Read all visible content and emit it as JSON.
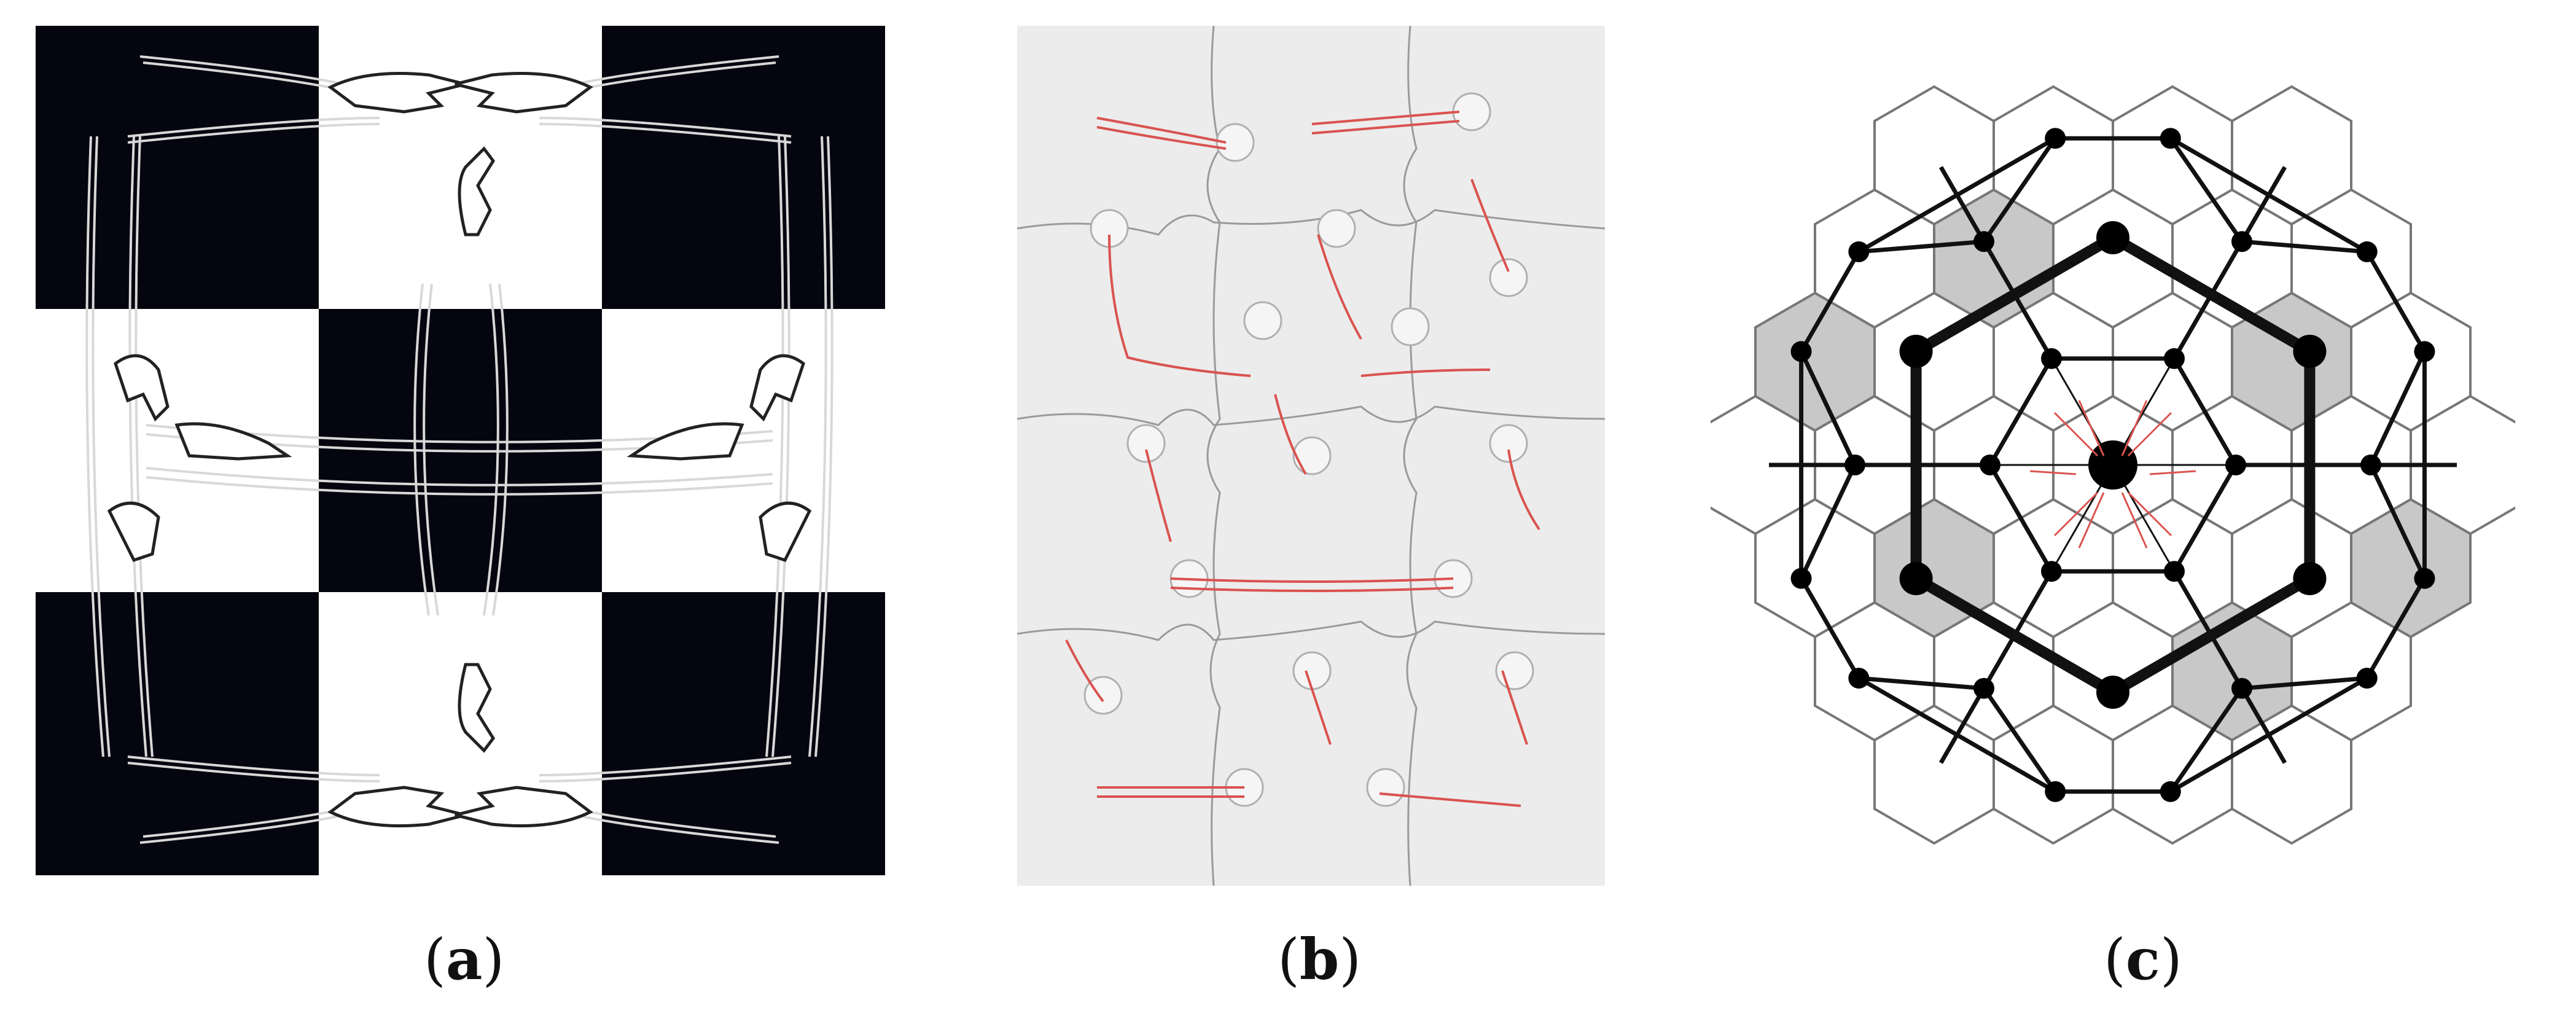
{
  "figure": {
    "panels": [
      {
        "id": "a",
        "label": "a",
        "description": "checkerboard-hands"
      },
      {
        "id": "b",
        "label": "b",
        "description": "jigsaw-puzzle-hands"
      },
      {
        "id": "c",
        "label": "c",
        "description": "hexagonal-lattice-graph"
      }
    ]
  },
  "colors": {
    "board_dark": "#05050f",
    "board_light": "#ffffff",
    "puzzle_bg": "#ececec",
    "hand_red": "#d9534f",
    "hex_fill": "#c8c8c8",
    "edge": "#111111"
  }
}
